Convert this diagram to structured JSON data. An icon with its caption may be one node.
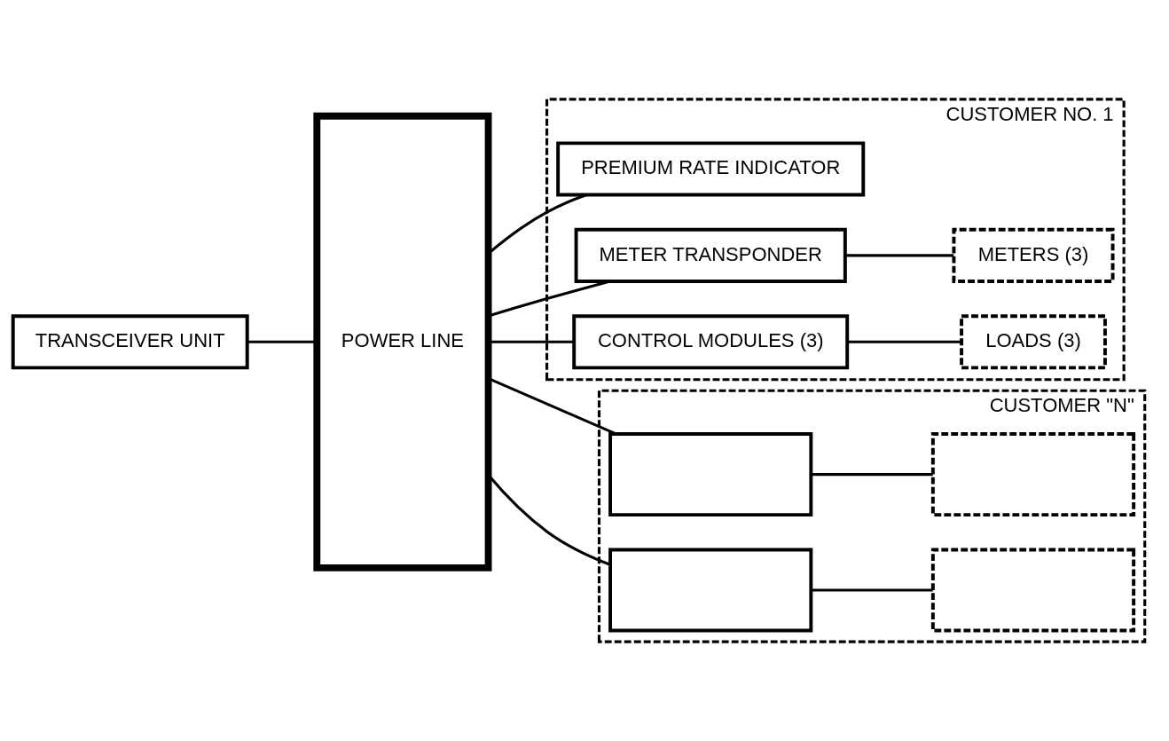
{
  "diagram": {
    "nodes": [
      {
        "text": [
          "TRANSCEIVER UNIT"
        ]
      },
      {
        "text": [
          "POWER LINE"
        ]
      },
      {
        "text": [
          "CUSTOMER NO. 1"
        ]
      },
      {
        "text": [
          "PREMIUM RATE INDICATOR"
        ],
        "in": 2
      },
      {
        "text": [
          "METER TRANSPONDER"
        ],
        "in": 2
      },
      {
        "text": [
          "METERS (3)"
        ],
        "in": 2
      },
      {
        "text": [
          "CONTROL MODULES (3)"
        ],
        "in": 2
      },
      {
        "text": [
          "LOADS (3)"
        ],
        "in": 2
      },
      {
        "text": [
          "CUSTOMER \"N\""
        ]
      },
      {
        "text": [],
        "shape": "box",
        "in": 8
      },
      {
        "text": [],
        "shape": "box",
        "in": 8
      },
      {
        "text": [],
        "shape": "box",
        "in": 8
      },
      {
        "text": [],
        "shape": "box",
        "in": 8
      }
    ],
    "edges": [
      {
        "from": 0,
        "to": 1,
        "arrow": "none"
      },
      {
        "from": 1,
        "to": 3,
        "arrow": "none"
      },
      {
        "from": 1,
        "to": 4,
        "arrow": "none"
      },
      {
        "from": 4,
        "to": 5,
        "arrow": "none"
      },
      {
        "from": 1,
        "to": 6,
        "arrow": "none"
      },
      {
        "from": 6,
        "to": 7,
        "arrow": "none"
      },
      {
        "from": 1,
        "to": 9,
        "arrow": "none"
      },
      {
        "from": 9,
        "to": 10,
        "arrow": "none"
      },
      {
        "from": 1,
        "to": 11,
        "arrow": "none"
      },
      {
        "from": 11,
        "to": 12,
        "arrow": "none"
      }
    ]
  }
}
